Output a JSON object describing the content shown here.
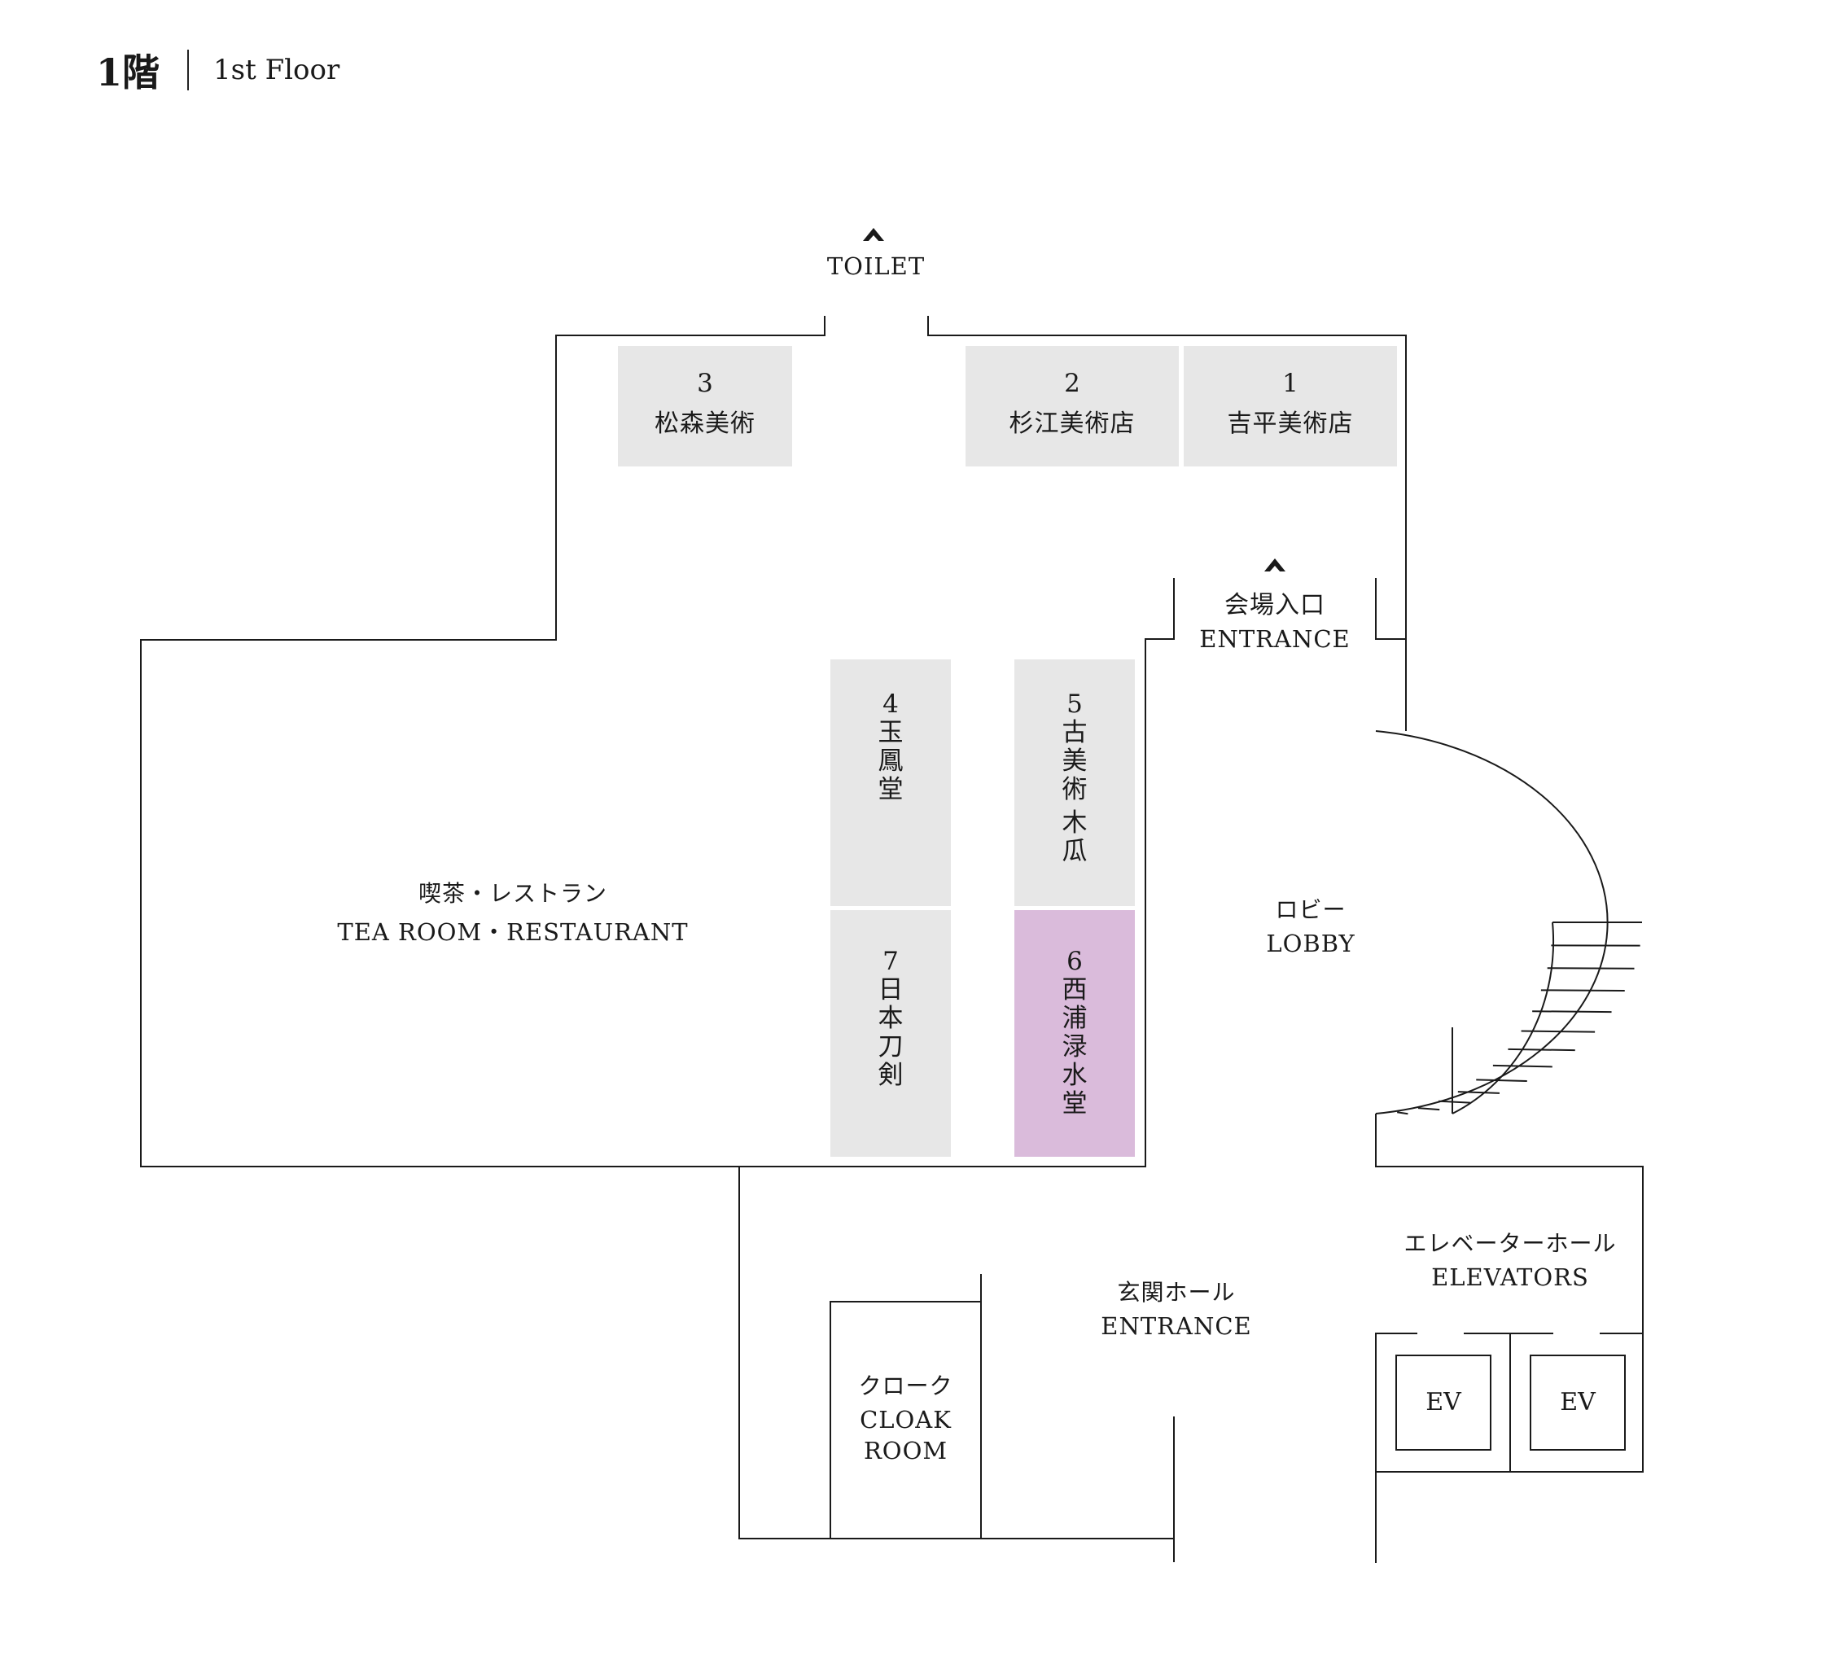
{
  "header": {
    "floor_jp": "1階",
    "floor_en": "1st Floor"
  },
  "toilet": {
    "label": "TOILET"
  },
  "booths": [
    {
      "id": "booth-3",
      "number": "3",
      "name": "松森美術"
    },
    {
      "id": "booth-2",
      "number": "2",
      "name": "杉江美術店"
    },
    {
      "id": "booth-1",
      "number": "1",
      "name": "吉平美術店"
    },
    {
      "id": "booth-4",
      "number": "4",
      "name": [
        "玉",
        "鳳",
        "堂"
      ]
    },
    {
      "id": "booth-5",
      "number": "5",
      "name": [
        "古",
        "美",
        "術",
        "",
        "木",
        "瓜"
      ]
    },
    {
      "id": "booth-7",
      "number": "7",
      "name": [
        "日",
        "本",
        "刀",
        "剣"
      ]
    },
    {
      "id": "booth-6",
      "number": "6",
      "name": [
        "西",
        "浦",
        "渌",
        "水",
        "堂"
      ],
      "highlighted": true
    }
  ],
  "venue_entrance": {
    "jp": "会場入口",
    "en": "ENTRANCE"
  },
  "tea_room": {
    "jp": "喫茶・レストラン",
    "en": "TEA ROOM・RESTAURANT"
  },
  "lobby": {
    "jp": "ロビー",
    "en": "LOBBY"
  },
  "elevators": {
    "jp": "エレベーターホール",
    "en": "ELEVATORS",
    "cars": [
      "EV",
      "EV"
    ]
  },
  "entrance_hall": {
    "jp": "玄関ホール",
    "en": "ENTRANCE"
  },
  "cloak": {
    "jp": "クローク",
    "en_line1": "CLOAK",
    "en_line2": "ROOM"
  },
  "colors": {
    "booth": "#e7e7e7",
    "highlight": "#dabbdb",
    "wall": "#1a1a1a"
  }
}
